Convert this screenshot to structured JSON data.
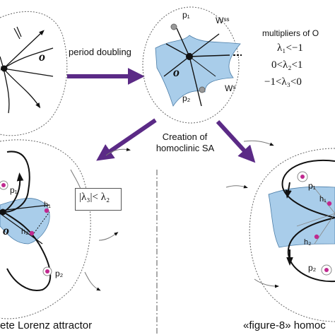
{
  "labels": {
    "period_doubling": "period doubling",
    "multipliers_title": "multipliers of O",
    "m1": "λ₁<−1",
    "m2": "0<λ₂<1",
    "m3": "−1<λ₃<0",
    "wss": "Wˢˢ",
    "ws": "Wˢ",
    "o_symbol": "o",
    "p1": "p₁",
    "p2": "p₂",
    "h1": "h₁",
    "h2": "h₂",
    "creation_line1": "Creation of",
    "creation_line2": "homoclinic SA",
    "condition": "|λ₃|< λ₂",
    "caption_left": "ete Lorenz attractor",
    "caption_right": "«figure-8» homoc"
  },
  "colors": {
    "manifold_blue": "#a9cdea",
    "arrow_purple": "#5b2a86",
    "point_magenta": "#c0298f"
  }
}
